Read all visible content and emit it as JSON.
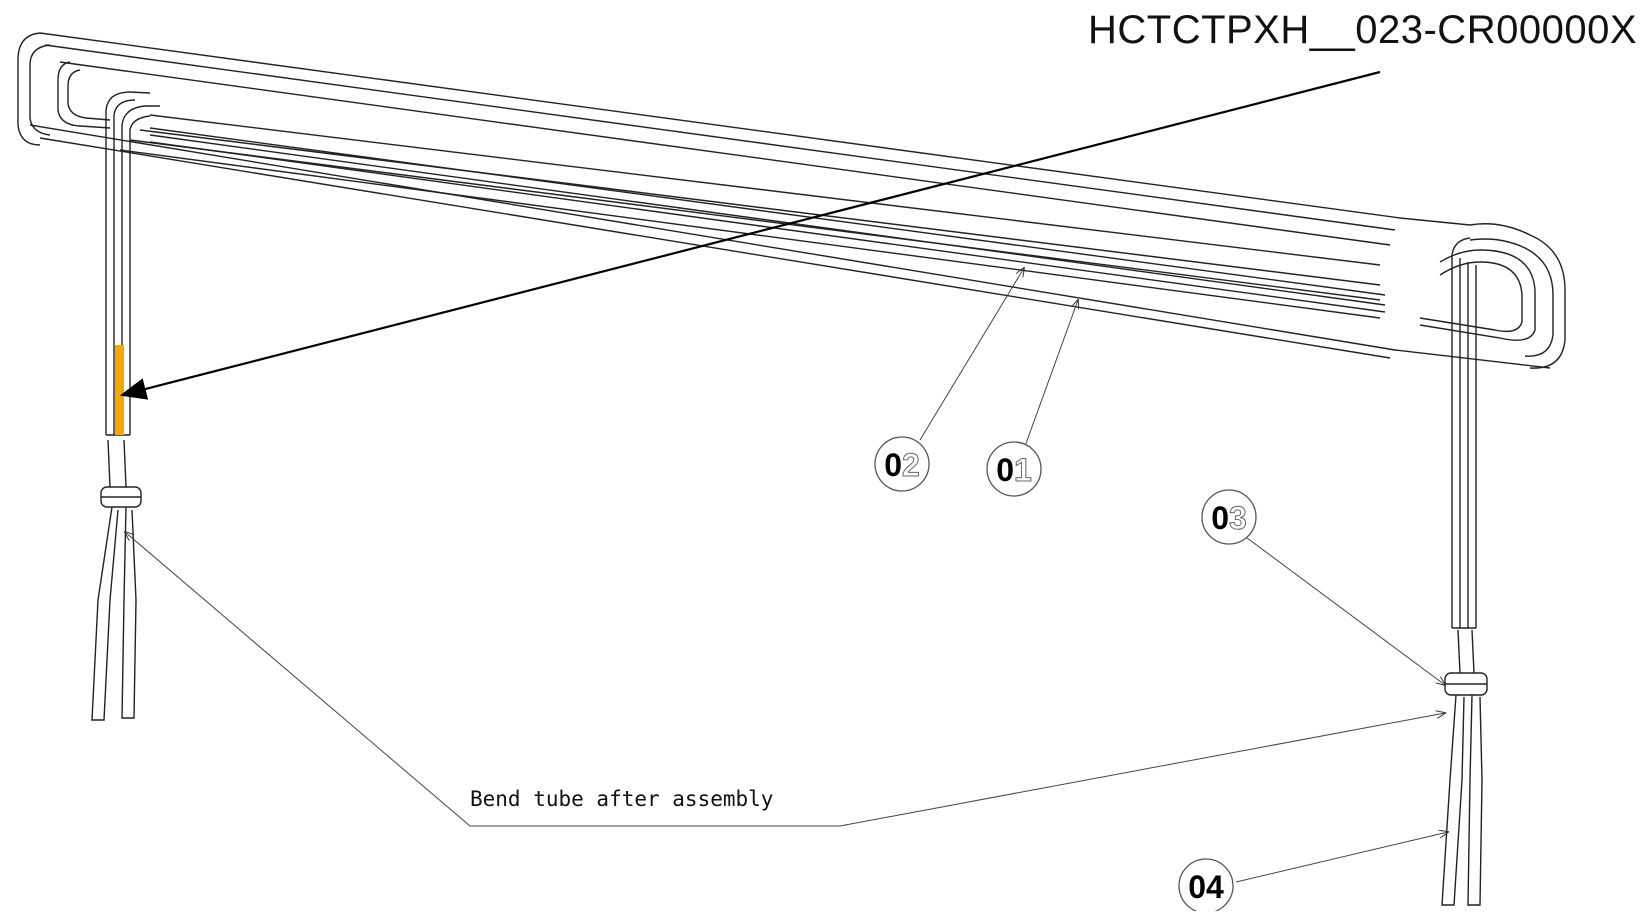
{
  "drawing": {
    "part_number": "HCTCTPXH__023-CR00000X",
    "note": "Bend tube after assembly",
    "balloons": [
      {
        "id": "b1",
        "prefix": "0",
        "digit": "1"
      },
      {
        "id": "b2",
        "prefix": "0",
        "digit": "2"
      },
      {
        "id": "b3",
        "prefix": "0",
        "digit": "3"
      },
      {
        "id": "b4",
        "prefix": "0",
        "digit": "4"
      }
    ],
    "colors": {
      "line": "#222222",
      "highlight": "#f5a800",
      "balloon_outline": "#999999"
    }
  }
}
